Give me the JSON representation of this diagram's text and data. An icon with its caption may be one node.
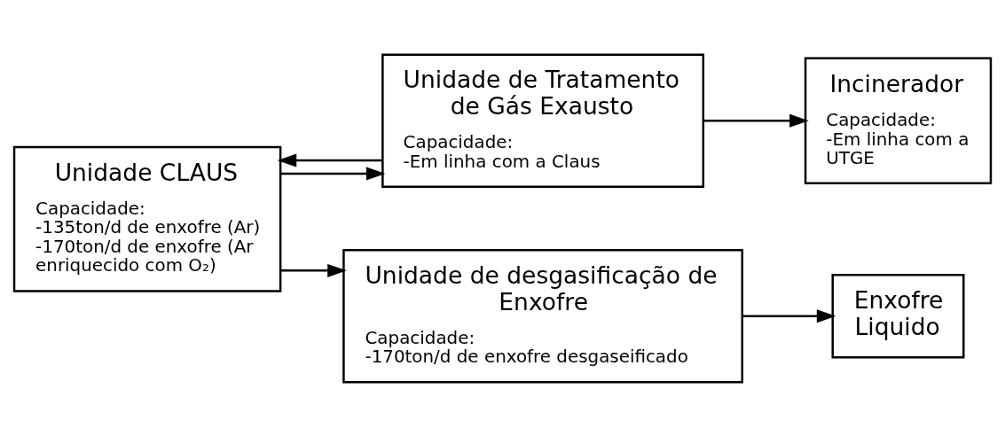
{
  "diagram": {
    "nodes": [
      {
        "text": [
          "Unidade CLAUS",
          "Capacidade: -135ton/d de enxofre (Ar) -170ton/d de enxofre (Ar enriquecido com O₂)"
        ]
      },
      {
        "text": [
          "Unidade de Tratamento de Gás Exausto",
          "Capacidade: -Em linha com a Claus"
        ]
      },
      {
        "text": [
          "Incinerador",
          "Capacidade: -Em linha com a UTGE"
        ]
      },
      {
        "text": [
          "Unidade de desgasificação de Enxofre",
          "Capacidade: -170ton/d de enxofre desgaseificado"
        ]
      },
      {
        "text": [
          "Enxofre Liquido"
        ]
      }
    ],
    "edges": [
      {
        "from": 0,
        "to": 1,
        "arrow": "to"
      },
      {
        "from": 1,
        "to": 2,
        "arrow": "to"
      },
      {
        "from": 1,
        "to": 0,
        "arrow": "to"
      },
      {
        "from": 0,
        "to": 3,
        "arrow": "to"
      },
      {
        "from": 3,
        "to": 4,
        "arrow": "to"
      }
    ]
  }
}
